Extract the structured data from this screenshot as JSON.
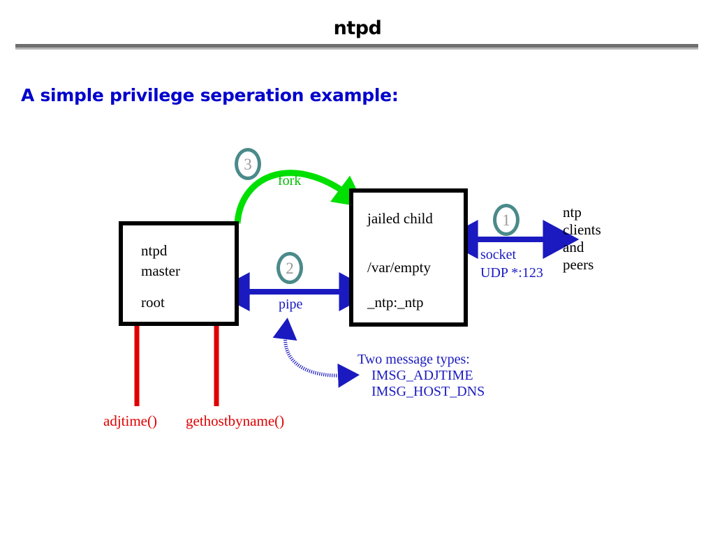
{
  "slide": {
    "title": "ntpd",
    "subtitle": "A simple privilege seperation example:"
  },
  "boxes": {
    "master": {
      "line1": "ntpd",
      "line2": "master",
      "line3": "root"
    },
    "child": {
      "line1": "jailed child",
      "line2": "/var/empty",
      "line3": "_ntp:_ntp"
    }
  },
  "badges": {
    "one": "1",
    "two": "2",
    "three": "3"
  },
  "labels": {
    "fork": "fork",
    "pipe": "pipe",
    "socket": "socket",
    "udp": "UDP *:123",
    "clients_l1": "ntp",
    "clients_l2": "clients",
    "clients_l3": "and",
    "clients_l4": "peers",
    "messages_heading": "Two message types:",
    "message_1": "IMSG_ADJTIME",
    "message_2": "IMSG_HOST_DNS",
    "adjtime": "adjtime()",
    "gethostbyname": "gethostbyname()"
  },
  "colors": {
    "title_rule": "#6f6f6f",
    "title_rule_shadow": "#b5b5b5",
    "subtitle": "#0000cc",
    "box_border": "#000000",
    "badge_ring": "#4b8a8a",
    "badge_text": "#9a9a9a",
    "arrow_blue": "#1a1ac0",
    "arrow_green": "#00e000",
    "call_red": "#e00000",
    "fork_label": "#00c000"
  }
}
